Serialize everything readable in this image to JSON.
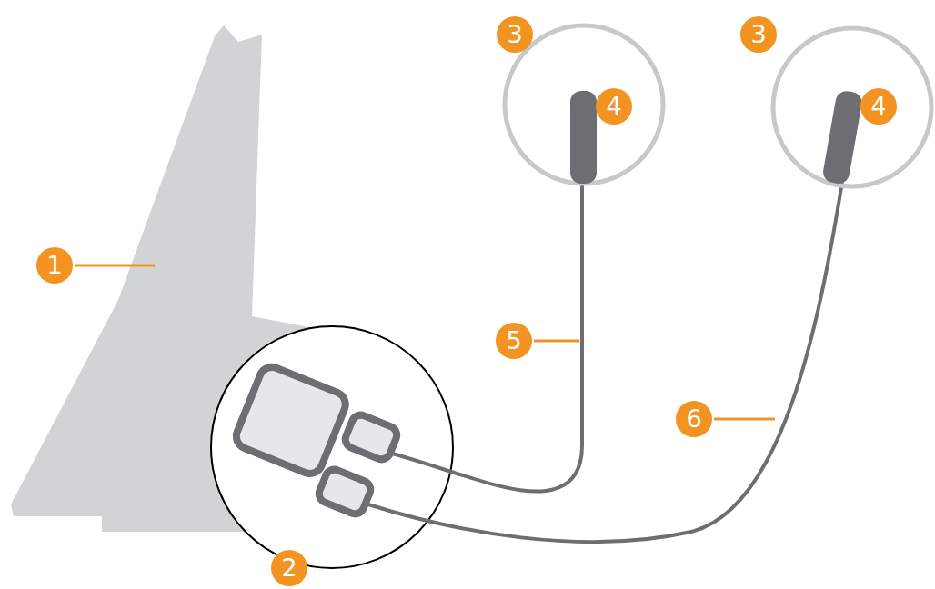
{
  "diagram": {
    "labels": [
      "3",
      "4",
      "3",
      "4",
      "1",
      "5",
      "6",
      "2"
    ]
  }
}
